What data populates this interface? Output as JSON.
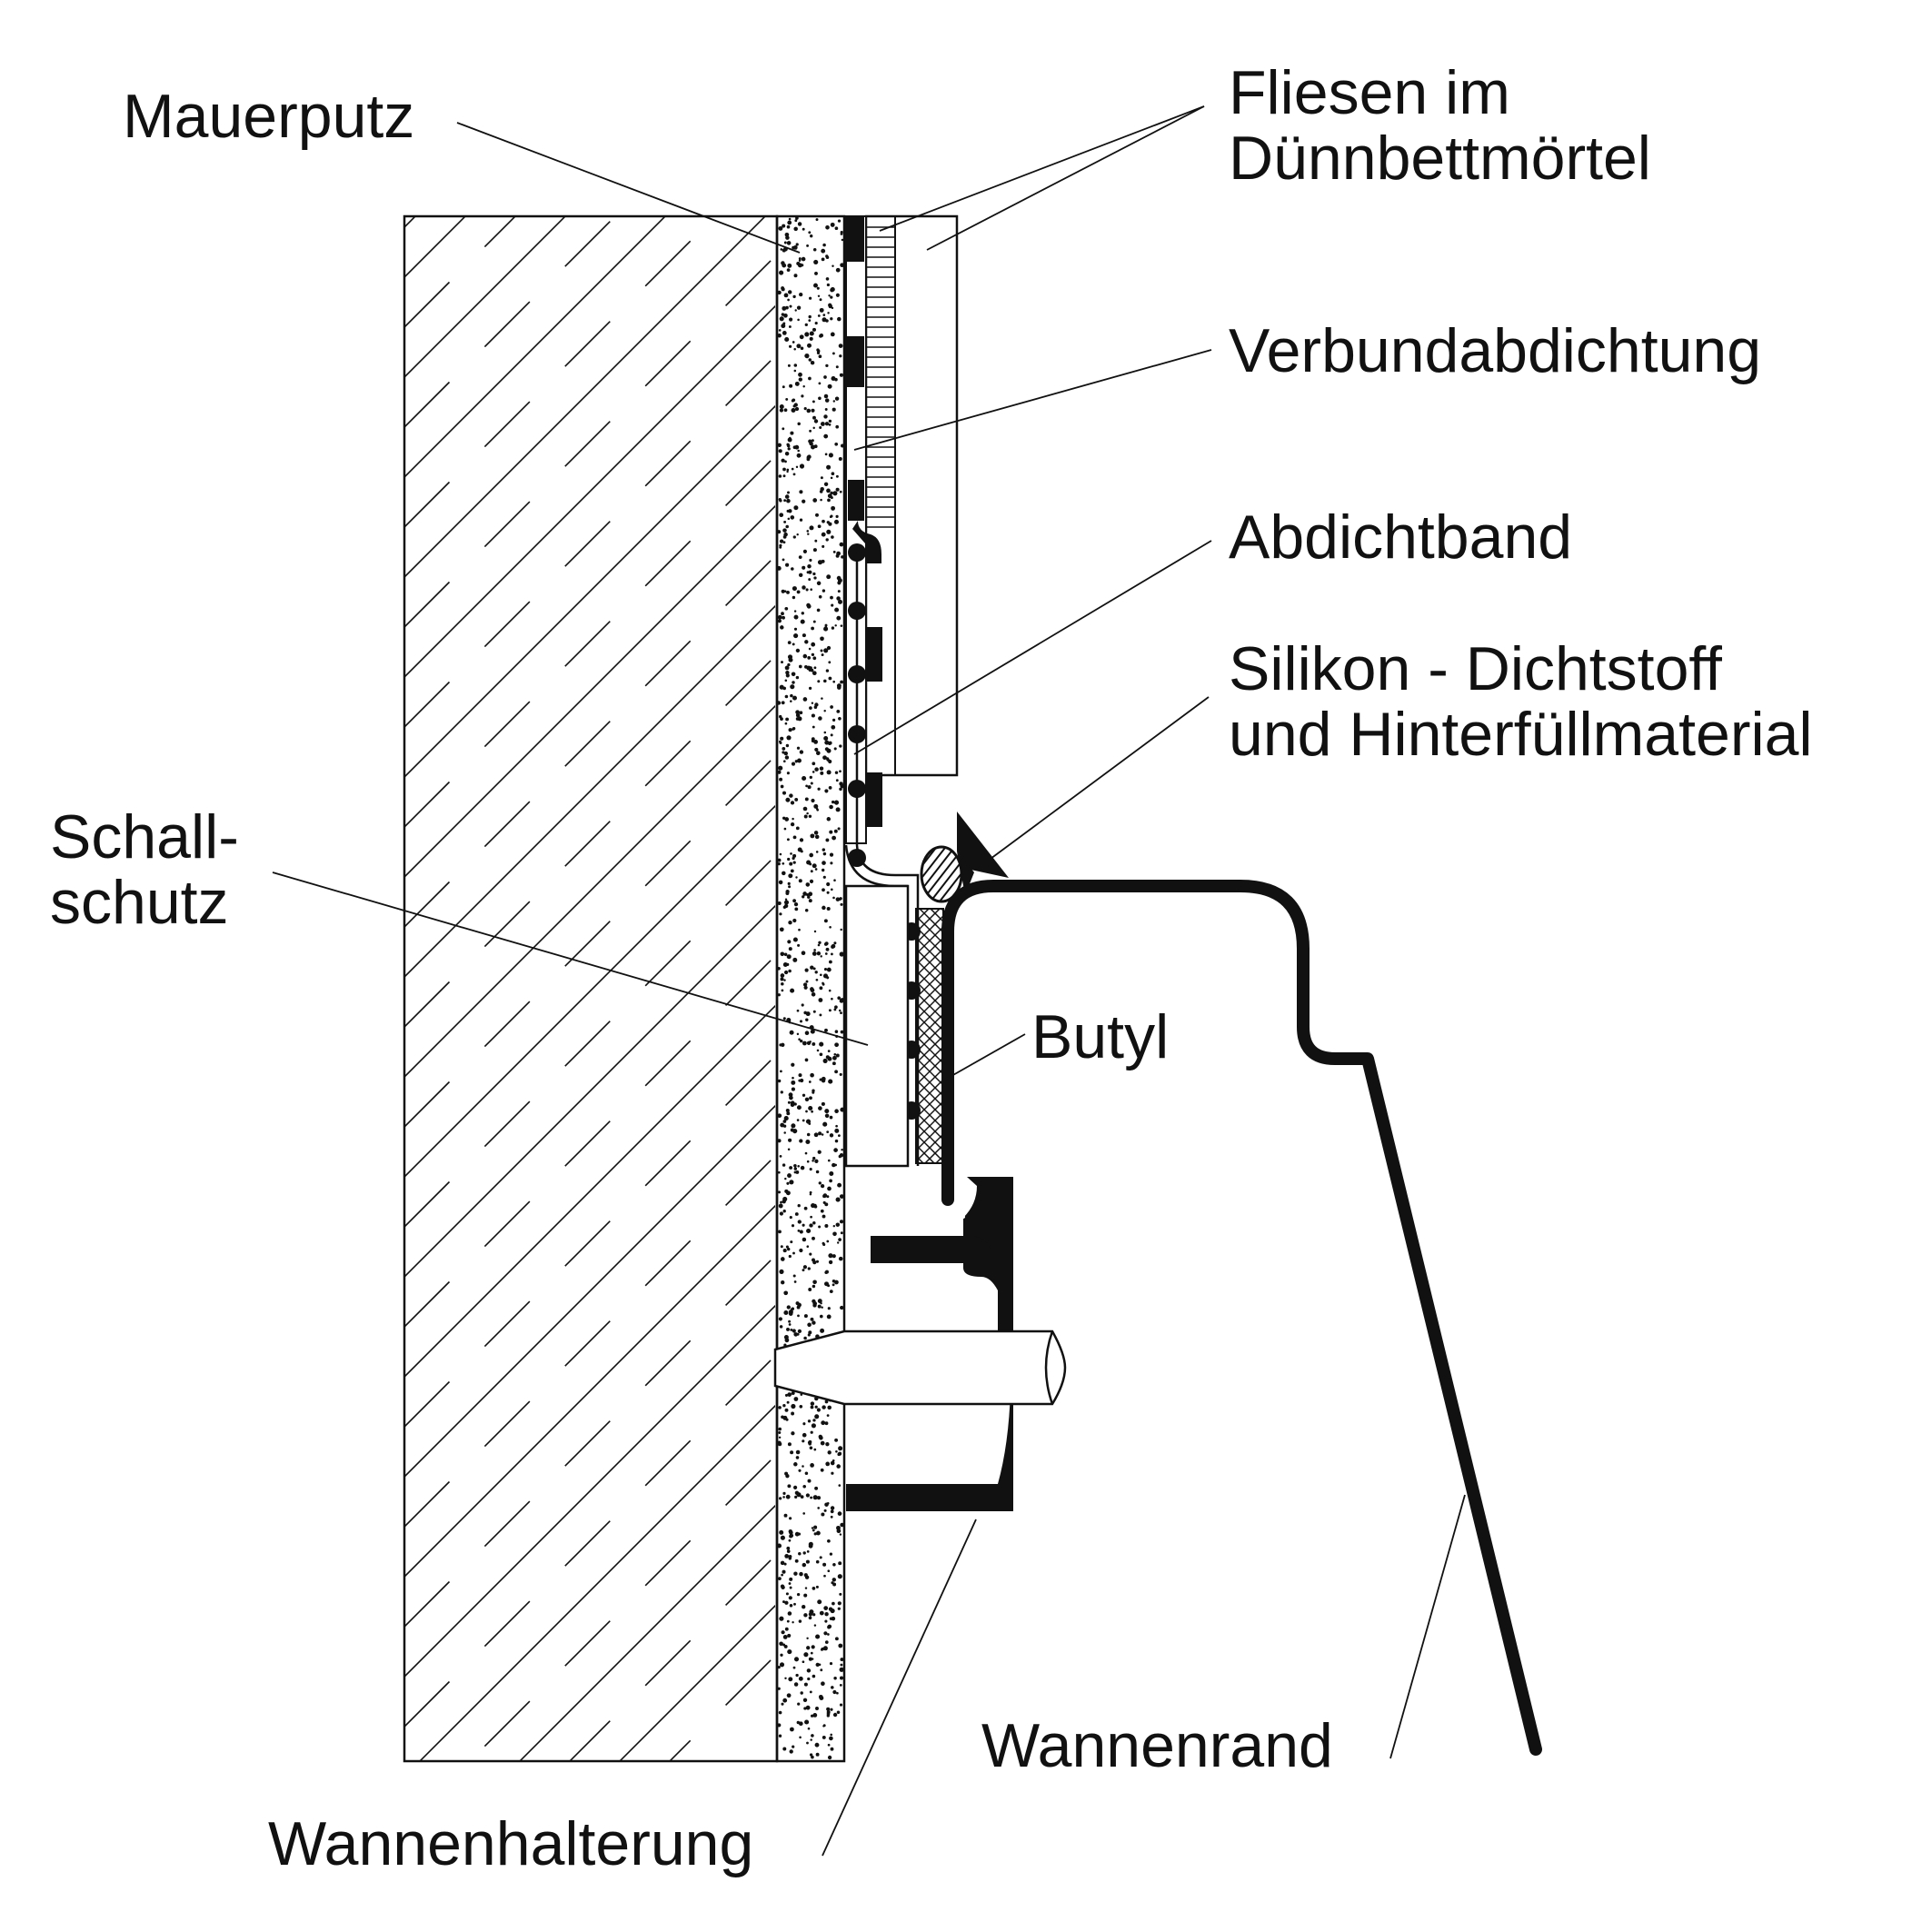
{
  "labels": {
    "mauerputz": "Mauerputz",
    "fliesen_line1": "Fliesen im",
    "fliesen_line2": "Dünnbettmörtel",
    "verbundabdichtung": "Verbundabdichtung",
    "abdichtband": "Abdichtband",
    "silikon_line1": "Silikon - Dichtstoff",
    "silikon_line2": "und Hinterfüllmaterial",
    "schallschutz_line1": "Schall-",
    "schallschutz_line2": "schutz",
    "butyl": "Butyl",
    "wannenrand": "Wannenrand",
    "wannenhalterung": "Wannenhalterung"
  },
  "colors": {
    "line": "#111111",
    "fill_dark": "#111111",
    "background": "#ffffff"
  }
}
